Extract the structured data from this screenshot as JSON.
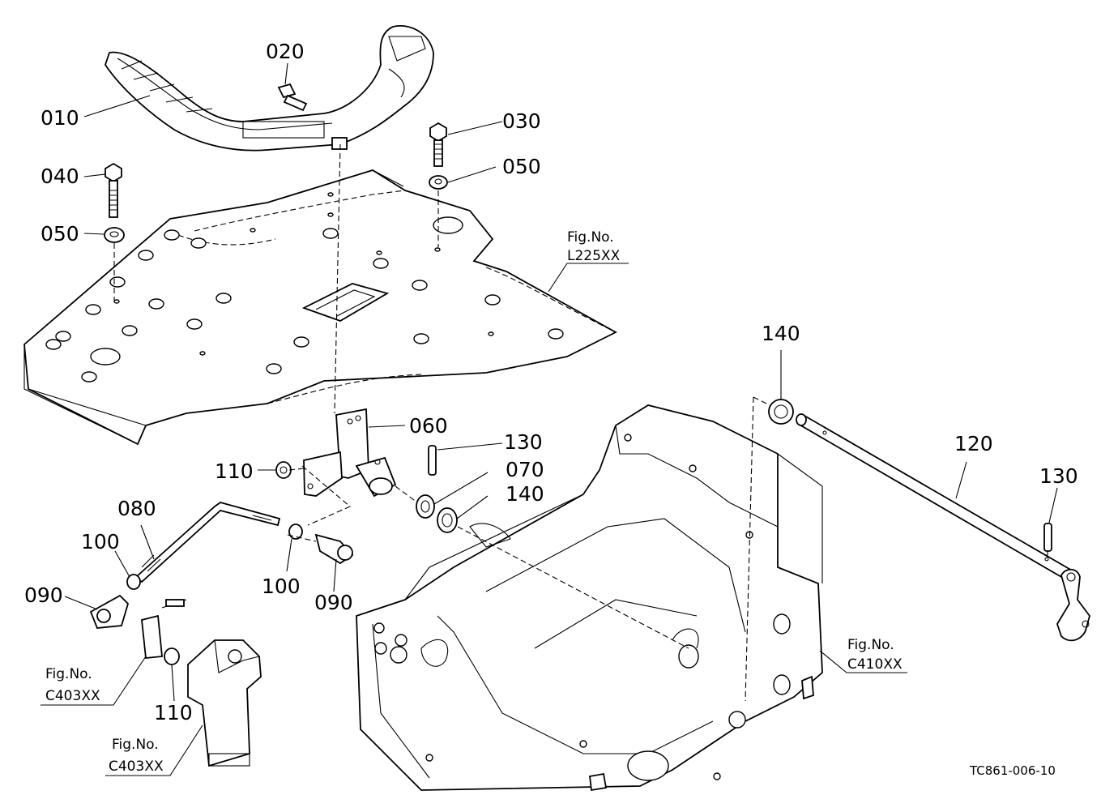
{
  "diagram": {
    "labels": [
      {
        "id": "010",
        "text": "010"
      },
      {
        "id": "020",
        "text": "020"
      },
      {
        "id": "030",
        "text": "030"
      },
      {
        "id": "040",
        "text": "040"
      },
      {
        "id": "050a",
        "text": "050"
      },
      {
        "id": "050b",
        "text": "050"
      },
      {
        "id": "060",
        "text": "060"
      },
      {
        "id": "070",
        "text": "070"
      },
      {
        "id": "080",
        "text": "080"
      },
      {
        "id": "090a",
        "text": "090"
      },
      {
        "id": "090b",
        "text": "090"
      },
      {
        "id": "100a",
        "text": "100"
      },
      {
        "id": "100b",
        "text": "100"
      },
      {
        "id": "110a",
        "text": "110"
      },
      {
        "id": "110b",
        "text": "110"
      },
      {
        "id": "120",
        "text": "120"
      },
      {
        "id": "130a",
        "text": "130"
      },
      {
        "id": "130b",
        "text": "130"
      },
      {
        "id": "140a",
        "text": "140"
      },
      {
        "id": "140b",
        "text": "140"
      }
    ],
    "fig_refs": [
      {
        "id": "l225",
        "line1": "Fig.No.",
        "line2": "L225XX"
      },
      {
        "id": "c410",
        "line1": "Fig.No.",
        "line2": "C410XX"
      },
      {
        "id": "c403a",
        "line1": "Fig.No.",
        "line2": "C403XX"
      },
      {
        "id": "c403b",
        "line1": "Fig.No.",
        "line2": "C403XX"
      }
    ],
    "drawing_code": "TC861-006-10"
  }
}
